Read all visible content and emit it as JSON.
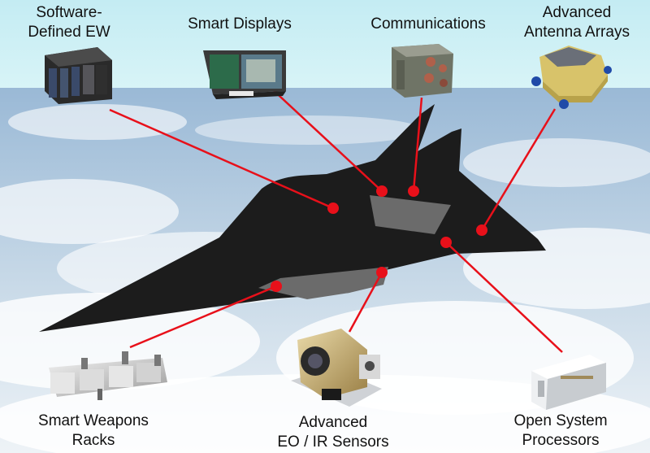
{
  "labels": {
    "software_ew": [
      "Software-",
      "Defined EW"
    ],
    "smart_displays": [
      "Smart Displays"
    ],
    "communications": [
      "Communications"
    ],
    "antenna_arrays": [
      "Advanced",
      "Antenna Arrays"
    ],
    "weapons_racks": [
      "Smart Weapons",
      "Racks"
    ],
    "eo_ir": [
      "Advanced",
      "EO / IR Sensors"
    ],
    "open_system": [
      "Open System",
      "Processors"
    ]
  },
  "colors": {
    "sky_top": "#9ab9d6",
    "sky_bottom": "#e8f0f6",
    "banner": "#cdeff4",
    "aircraft": "#1c1c1c",
    "aircraft_panel": "#6b6b6b",
    "callout": "#e8101a"
  },
  "icons": {
    "software_ew": "ew-chassis-icon",
    "smart_displays": "display-panel-icon",
    "communications": "comm-module-icon",
    "antenna_arrays": "antenna-array-icon",
    "weapons_racks": "weapons-rack-icon",
    "eo_ir": "eo-ir-sensor-icon",
    "open_system": "processor-box-icon"
  }
}
